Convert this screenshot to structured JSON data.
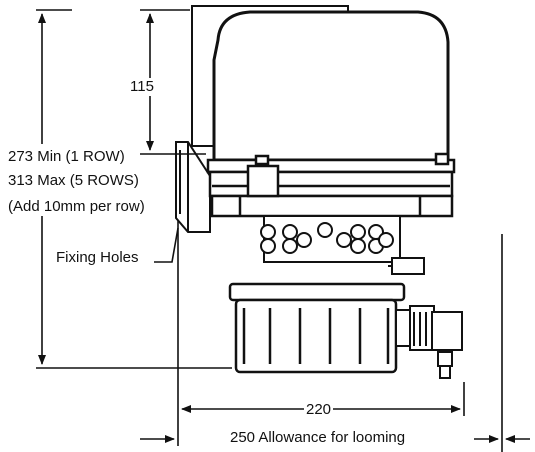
{
  "labels": {
    "dim_115": "115",
    "min_height": "273 Min (1 ROW)",
    "max_height": "313 Max (5 ROWS)",
    "per_row": "(Add 10mm per row)",
    "fixing_holes": "Fixing Holes",
    "width_220": "220",
    "looming": "250 Allowance for looming"
  },
  "colors": {
    "line": "#111111",
    "background": "#ffffff"
  }
}
